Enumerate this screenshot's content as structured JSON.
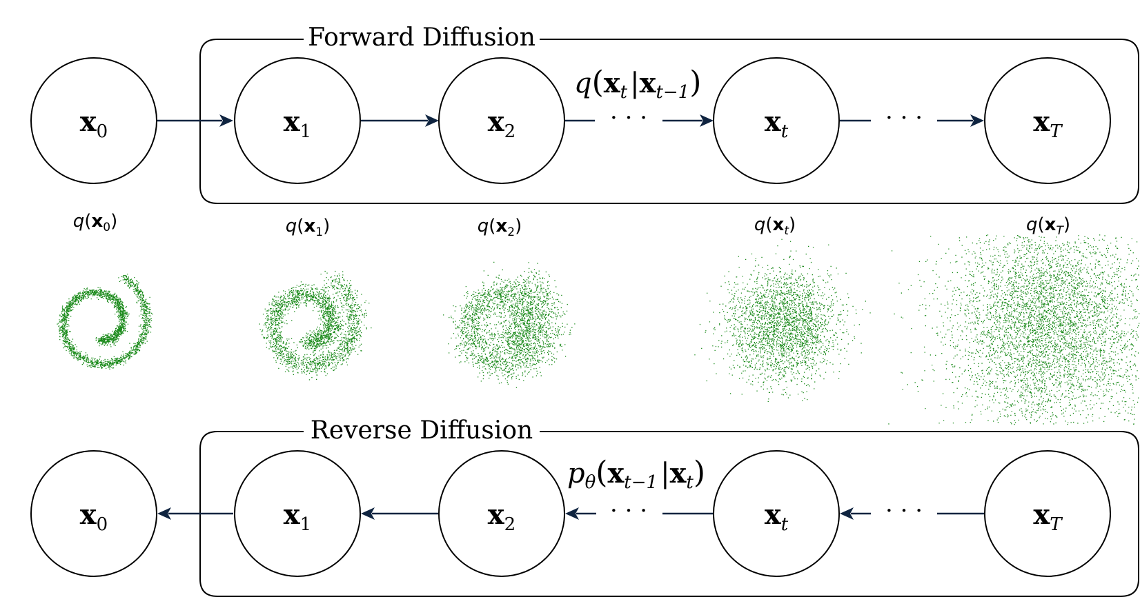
{
  "forward": {
    "title": "Forward Diffusion",
    "transition": {
      "fn": "q",
      "a": "x",
      "a_sub": "t",
      "sep": "|",
      "b": "x",
      "b_sub": "t−1"
    }
  },
  "reverse": {
    "title": "Reverse Diffusion",
    "transition": {
      "fn": "p",
      "fn_sub": "θ",
      "a": "x",
      "a_sub": "t−1",
      "sep": "|",
      "b": "x",
      "b_sub": "t"
    }
  },
  "nodes": [
    {
      "base": "x",
      "sub": "0"
    },
    {
      "base": "x",
      "sub": "1"
    },
    {
      "base": "x",
      "sub": "2"
    },
    {
      "base": "x",
      "sub": "t"
    },
    {
      "base": "x",
      "sub": "T"
    }
  ],
  "ellipsis": "· · ·",
  "distributions": [
    {
      "fn": "q",
      "var": "x",
      "sub": "0",
      "noise_level": 0.0
    },
    {
      "fn": "q",
      "var": "x",
      "sub": "1",
      "noise_level": 0.15
    },
    {
      "fn": "q",
      "var": "x",
      "sub": "2",
      "noise_level": 0.3
    },
    {
      "fn": "q",
      "var": "x",
      "sub": "t",
      "noise_level": 0.65
    },
    {
      "fn": "q",
      "var": "x",
      "sub": "T",
      "noise_level": 1.0
    }
  ],
  "colors": {
    "points": "#1a8a1a",
    "edges": "#0f2440",
    "outline": "#000000"
  }
}
